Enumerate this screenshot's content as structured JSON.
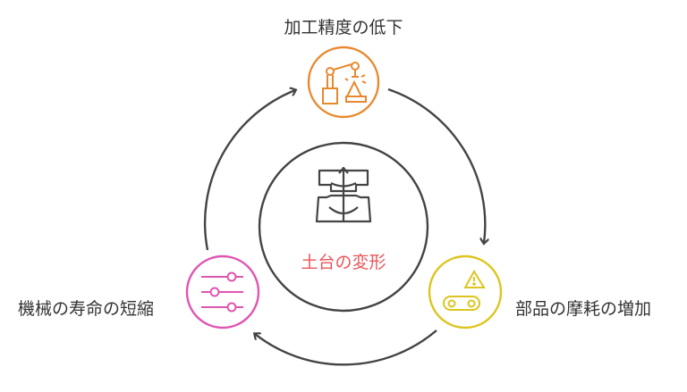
{
  "center": {
    "label": "土台の変形",
    "icon": "deformed-base-icon",
    "color": "#e8565a"
  },
  "nodes": [
    {
      "label": "加工精度の低下",
      "icon": "robot-arm-icon",
      "color": "#e8892f"
    },
    {
      "label": "部品の摩耗の増加",
      "icon": "conveyor-warning-icon",
      "color": "#dcc51e"
    },
    {
      "label": "機械の寿命の短縮",
      "icon": "sliders-icon",
      "color": "#e055b0"
    }
  ]
}
